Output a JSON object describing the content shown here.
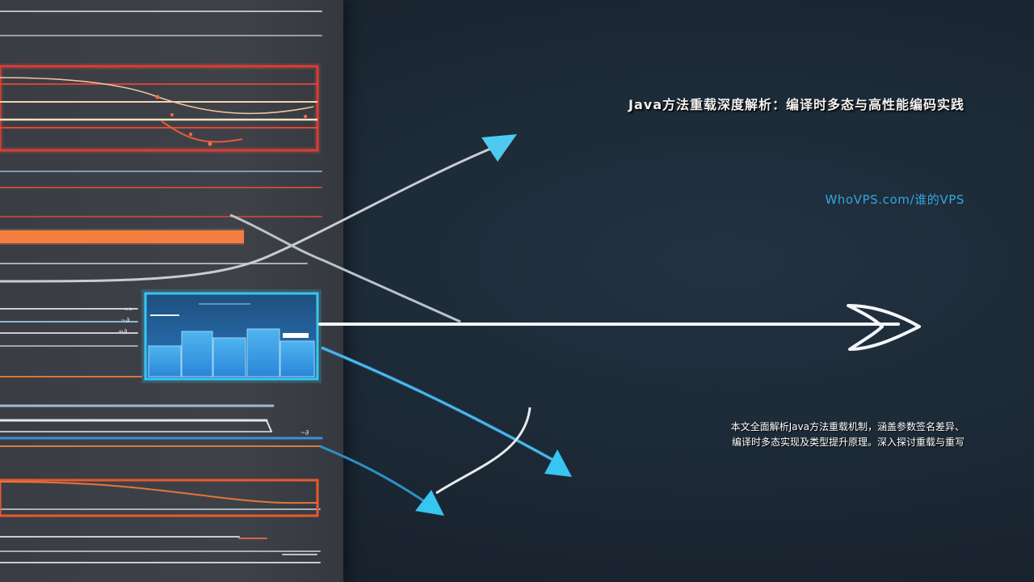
{
  "title": "Java方法重载深度解析：编译时多态与高性能编码实践",
  "site": "WhoVPS.com/谁的VPS",
  "description": {
    "line1": "本文全面解析Java方法重载机制，涵盖参数签名差异、",
    "line2": "编译时多态实现及类型提升原理。深入探讨重载与重写"
  },
  "colors": {
    "background": "#1c2835",
    "panel": "#3c4046",
    "accent_cyan": "#37c6f2",
    "accent_red": "#e0382e",
    "accent_orange": "#f07a3c",
    "title_text": "#f2f2f2",
    "site_text": "#2fa8e0"
  }
}
